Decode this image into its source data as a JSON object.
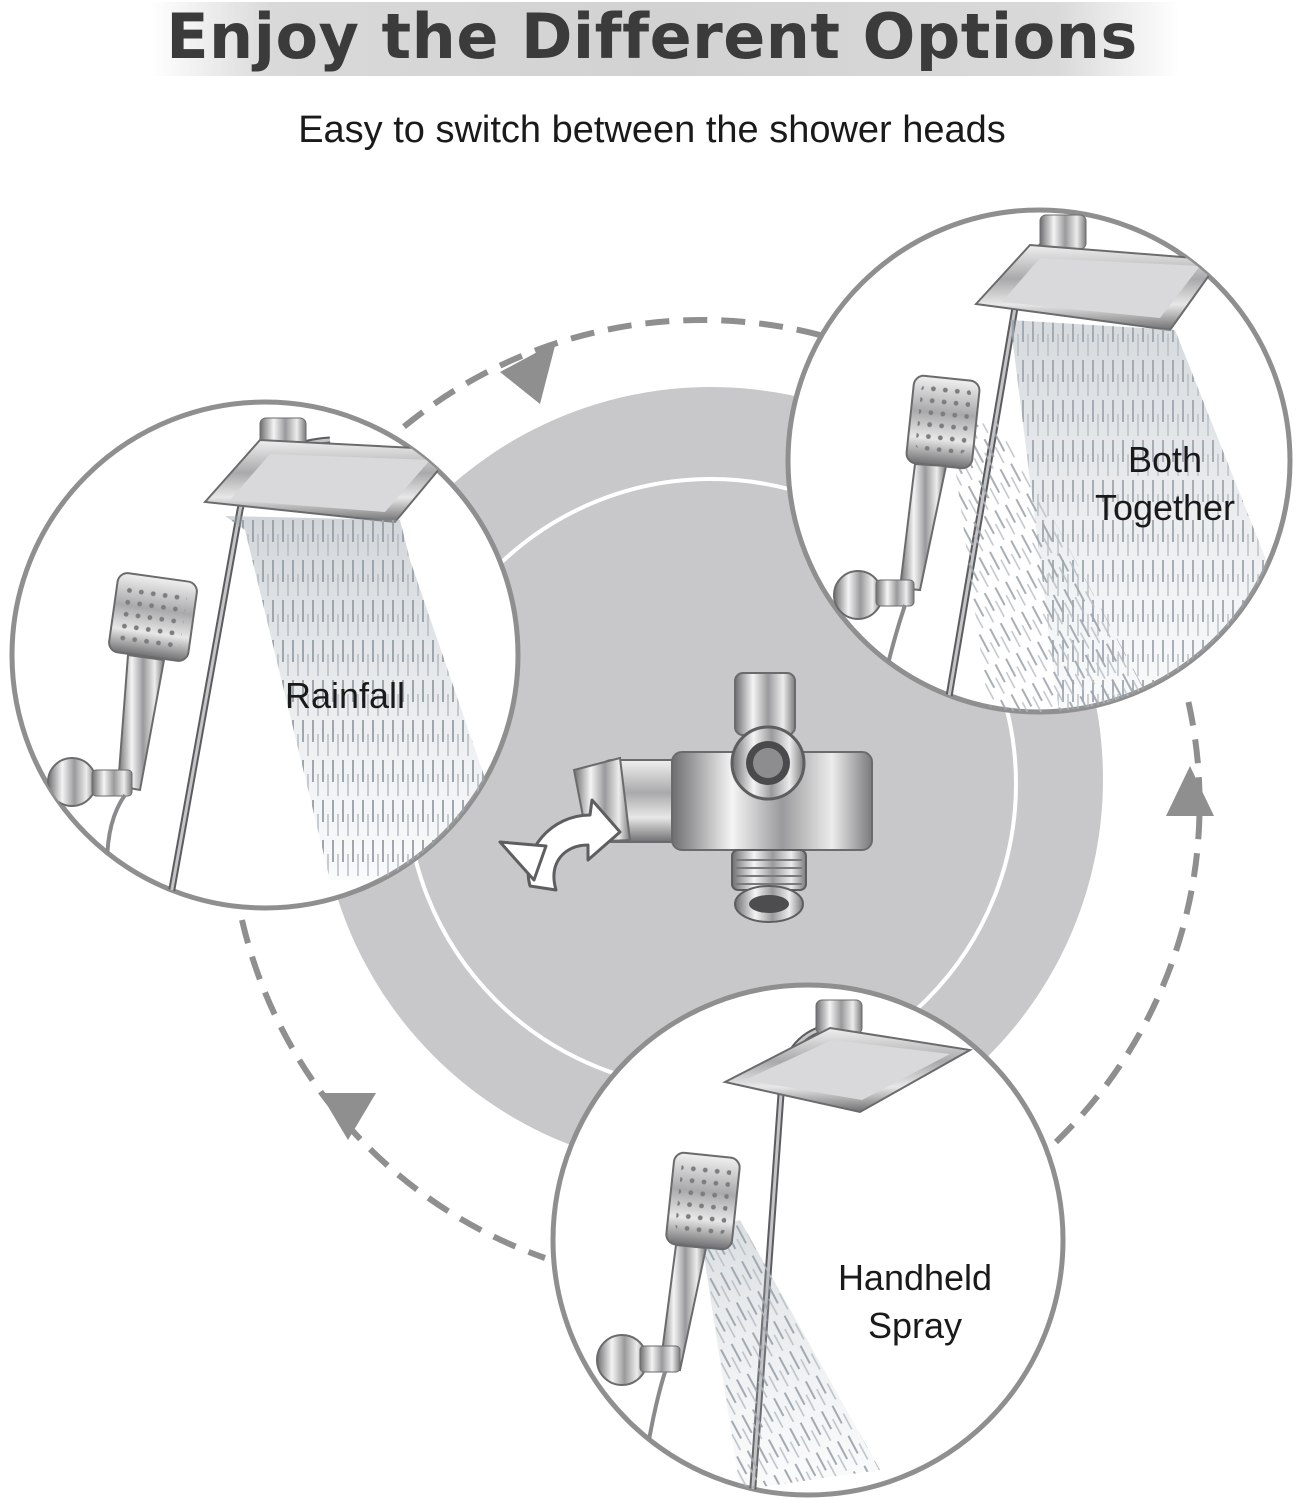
{
  "header": {
    "title": "Enjoy the Different Options",
    "subtitle": "Easy to switch between the shower heads"
  },
  "modes": [
    {
      "id": "rainfall",
      "lines": [
        "Rainfall"
      ]
    },
    {
      "id": "both",
      "lines": [
        "Both",
        "Together"
      ]
    },
    {
      "id": "handheld",
      "lines": [
        "Handheld",
        "Spray"
      ]
    }
  ],
  "colors": {
    "title_text": "#3b3b3b",
    "title_band": "#d2d2d2",
    "circle_border": "#8f8f8f",
    "center_disk": "#c7c7c9",
    "arrow": "#8f8f8f"
  },
  "icons": [
    "rotate-arrow-icon",
    "cycle-arrow-icon",
    "shower-head-icon",
    "diverter-valve-icon"
  ]
}
